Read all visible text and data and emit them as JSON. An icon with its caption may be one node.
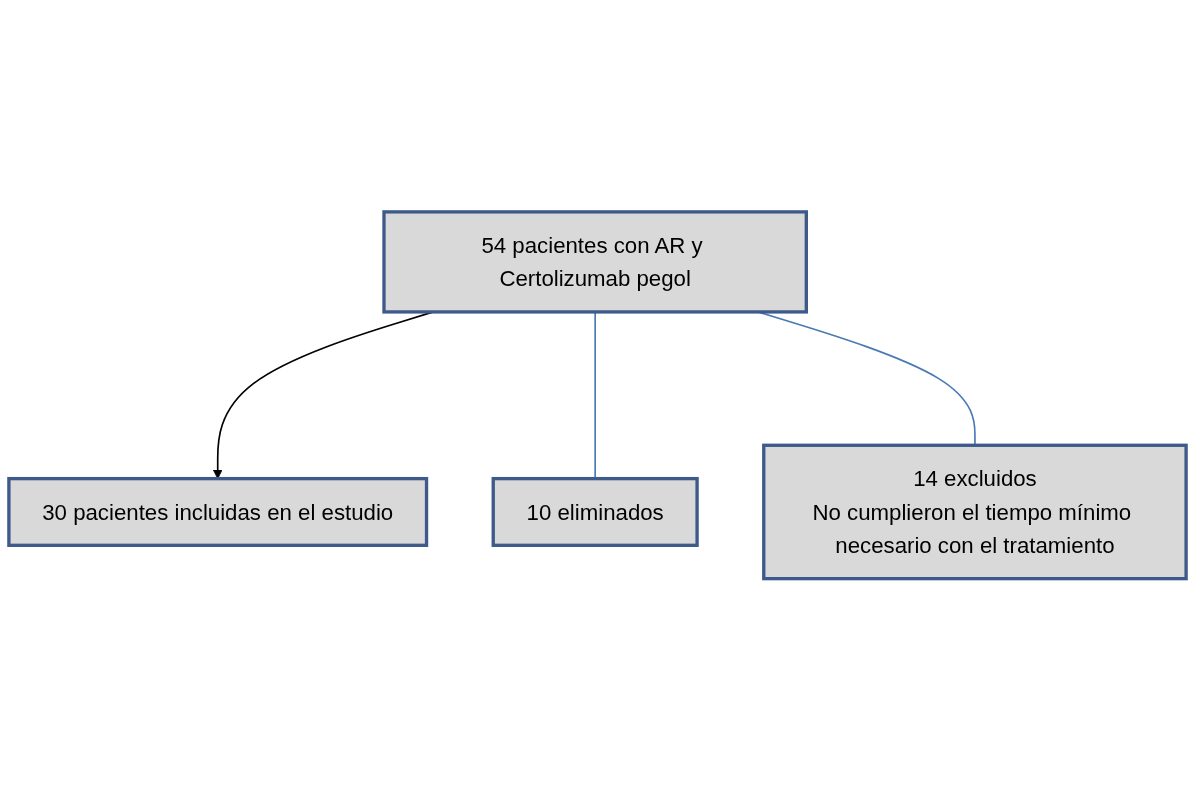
{
  "diagram": {
    "nodes": [
      {
        "text": [
          "54 pacientes con AR y Certolizumab pegol"
        ]
      },
      {
        "text": [
          "10 eliminados"
        ]
      },
      {
        "text": [
          "14 excluidos",
          "No cumplieron el tiempo mínimo necesario con el tratamiento"
        ]
      },
      {
        "text": [
          "30 pacientes incluidas en el estudio"
        ]
      }
    ],
    "edges": [
      {
        "from": 0,
        "to": 3,
        "arrow": "to",
        "color": "#000000"
      },
      {
        "from": 0,
        "to": 1,
        "arrow": "none"
      },
      {
        "from": 0,
        "to": 2,
        "arrow": "none"
      }
    ]
  }
}
